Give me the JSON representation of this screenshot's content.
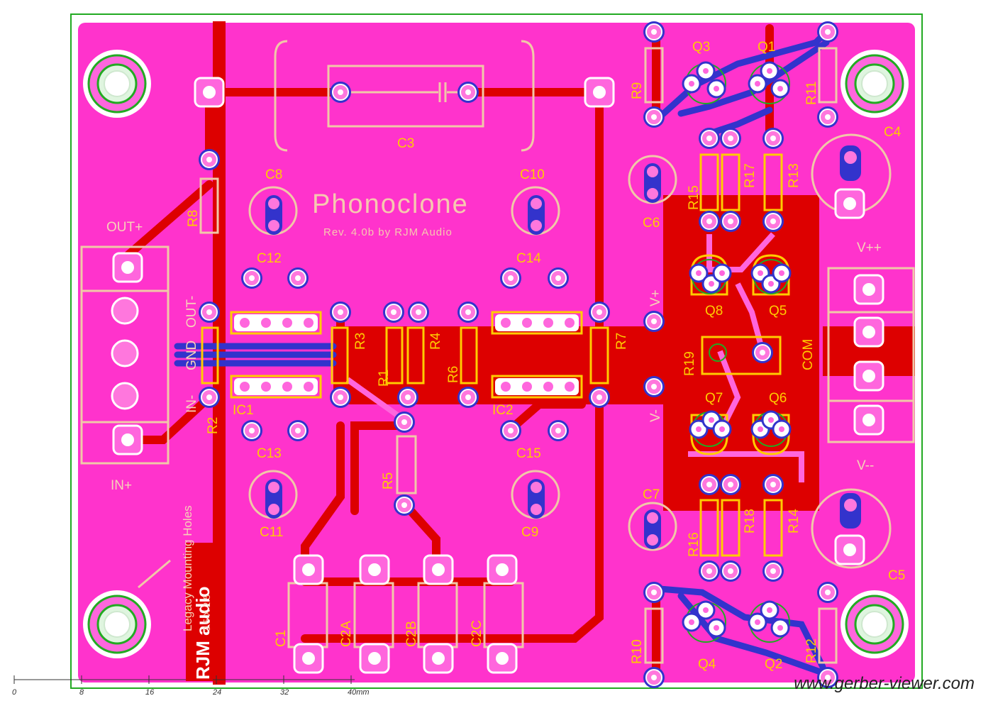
{
  "board": {
    "title": "Phonoclone",
    "subtitle": "Rev. 4.0b by RJM Audio",
    "logo_text": "RJM audio",
    "mounting_note": "Legacy Mounting Holes",
    "mounting_size": "3.5 X 2.5"
  },
  "connectors": {
    "out_plus": "OUT+",
    "out_minus": "OUT-",
    "gnd": "GND",
    "in_minus": "IN-",
    "in_plus": "IN+",
    "v_plus_plus": "V++",
    "v_minus_minus": "V--",
    "com": "COM",
    "v_plus": "V+",
    "v_minus": "V-"
  },
  "components": {
    "c3": "C3",
    "c8": "C8",
    "c10": "C10",
    "c12": "C12",
    "c14": "C14",
    "c13": "C13",
    "c15": "C15",
    "c11": "C11",
    "c9": "C9",
    "c1": "C1",
    "c2a": "C2A",
    "c2b": "C2B",
    "c2c": "C2C",
    "c4": "C4",
    "c5": "C5",
    "c6": "C6",
    "c7": "C7",
    "r1": "R1",
    "r2": "R2",
    "r3": "R3",
    "r4": "R4",
    "r5": "R5",
    "r6": "R6",
    "r7": "R7",
    "r8": "R8",
    "r9": "R9",
    "r10": "R10",
    "r11": "R11",
    "r12": "R12",
    "r13": "R13",
    "r14": "R14",
    "r15": "R15",
    "r16": "R16",
    "r17": "R17",
    "r18": "R18",
    "r19": "R19",
    "ic1": "IC1",
    "ic2": "IC2",
    "q1": "Q1",
    "q2": "Q2",
    "q3": "Q3",
    "q4": "Q4",
    "q5": "Q5",
    "q6": "Q6",
    "q7": "Q7",
    "q8": "Q8"
  },
  "ruler": {
    "ticks": [
      "0",
      "8",
      "16",
      "24",
      "32",
      "40mm"
    ]
  },
  "footer": {
    "url": "www.gerber-viewer.com"
  },
  "colors": {
    "board": "#ff33cc",
    "copper": "#dd0000",
    "bottom_copper": "#3333cc",
    "silkscreen": "#f0c8a8",
    "labels": "#ffcc00",
    "outline": "#22aa22"
  }
}
